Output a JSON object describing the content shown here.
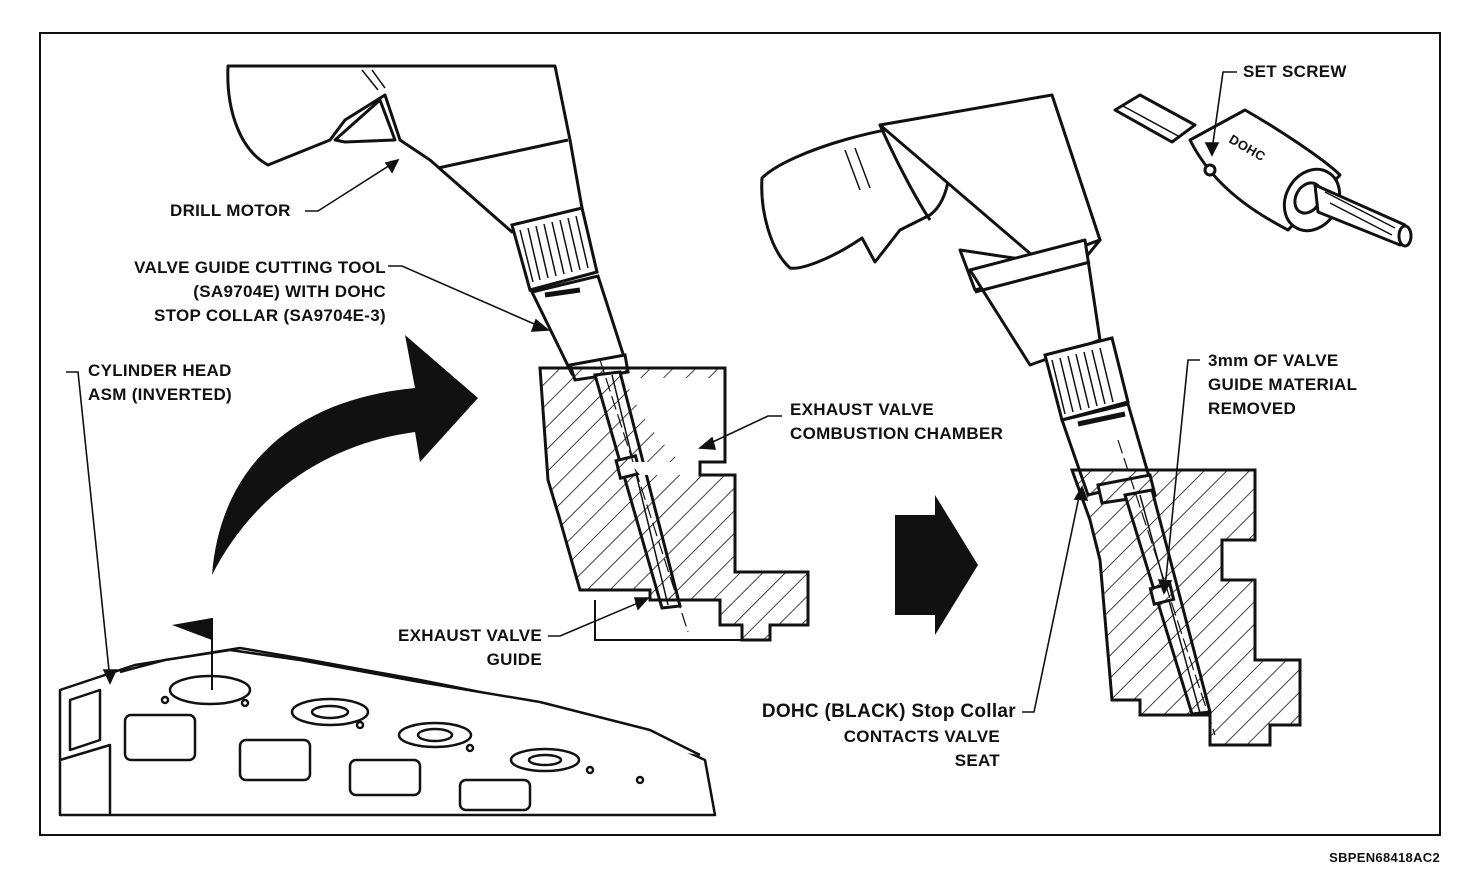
{
  "figure_code": "SBPEN68418AC2",
  "labels": {
    "drill_motor": "DRILL MOTOR",
    "cutting_tool_1": "VALVE GUIDE CUTTING TOOL",
    "cutting_tool_2": "(SA9704E) WITH DOHC",
    "cutting_tool_3": "STOP COLLAR (SA9704E-3)",
    "cyl_head_1": "CYLINDER HEAD",
    "cyl_head_2": "ASM (INVERTED)",
    "exhaust_chamber_1": "EXHAUST VALVE",
    "exhaust_chamber_2": "COMBUSTION CHAMBER",
    "exhaust_guide_1": "EXHAUST VALVE",
    "exhaust_guide_2": "GUIDE",
    "set_screw": "SET SCREW",
    "collar_marking": "DOHC",
    "removed_1": "3mm OF VALVE",
    "removed_2": "GUIDE MATERIAL",
    "removed_3": "REMOVED",
    "stop_collar_1": "DOHC (BLACK) Stop Collar",
    "stop_collar_2": "CONTACTS VALVE",
    "stop_collar_3": "SEAT"
  }
}
